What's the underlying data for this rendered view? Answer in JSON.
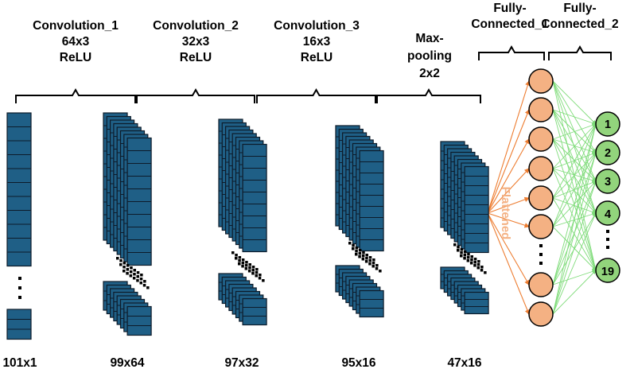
{
  "headers": {
    "conv1": [
      "Convolution_1",
      "64x3",
      "ReLU"
    ],
    "conv2": [
      "Convolution_2",
      "32x3",
      "ReLU"
    ],
    "conv3": [
      "Convolution_3",
      "16x3",
      "ReLU"
    ],
    "pool": [
      "Max-",
      "pooling",
      "2x2"
    ],
    "fc1": [
      "Fully-",
      "Connected_1"
    ],
    "fc2": [
      "Fully-",
      "Connected_2"
    ]
  },
  "dims": {
    "input": "101x1",
    "conv1": "99x64",
    "conv2": "97x32",
    "conv3": "95x16",
    "pool": "47x16"
  },
  "flattened_label": "Flattened",
  "output_labels": [
    "1",
    "2",
    "3",
    "4",
    "19"
  ],
  "colors": {
    "block": "#1f5f86",
    "block_border": "#0d1b2a",
    "hidden_node": "#f4b183",
    "output_node": "#92d47c",
    "orange_edge": "#ed7d31",
    "green_edge": "#7fdc7a"
  }
}
